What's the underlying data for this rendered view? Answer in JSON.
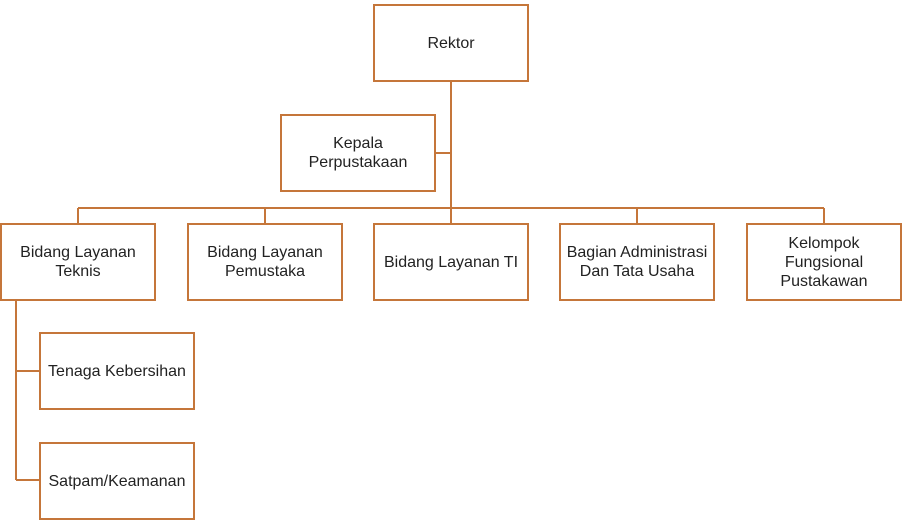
{
  "colors": {
    "border": "#C5763A",
    "connector": "#C5763A",
    "text": "#222222",
    "background": "#ffffff"
  },
  "org_chart": {
    "root": {
      "label": "Rektor"
    },
    "head": {
      "label": "Kepala\nPerpustakaan"
    },
    "divisions": [
      {
        "label": "Bidang Layanan\nTeknis"
      },
      {
        "label": "Bidang Layanan\nPemustaka"
      },
      {
        "label": "Bidang Layanan TI"
      },
      {
        "label": "Bagian Administrasi\nDan Tata Usaha"
      },
      {
        "label": "Kelompok\nFungsional\nPustakawan"
      }
    ],
    "staff": [
      {
        "label": "Tenaga Kebersihan"
      },
      {
        "label": "Satpam/Keamanan"
      }
    ]
  }
}
